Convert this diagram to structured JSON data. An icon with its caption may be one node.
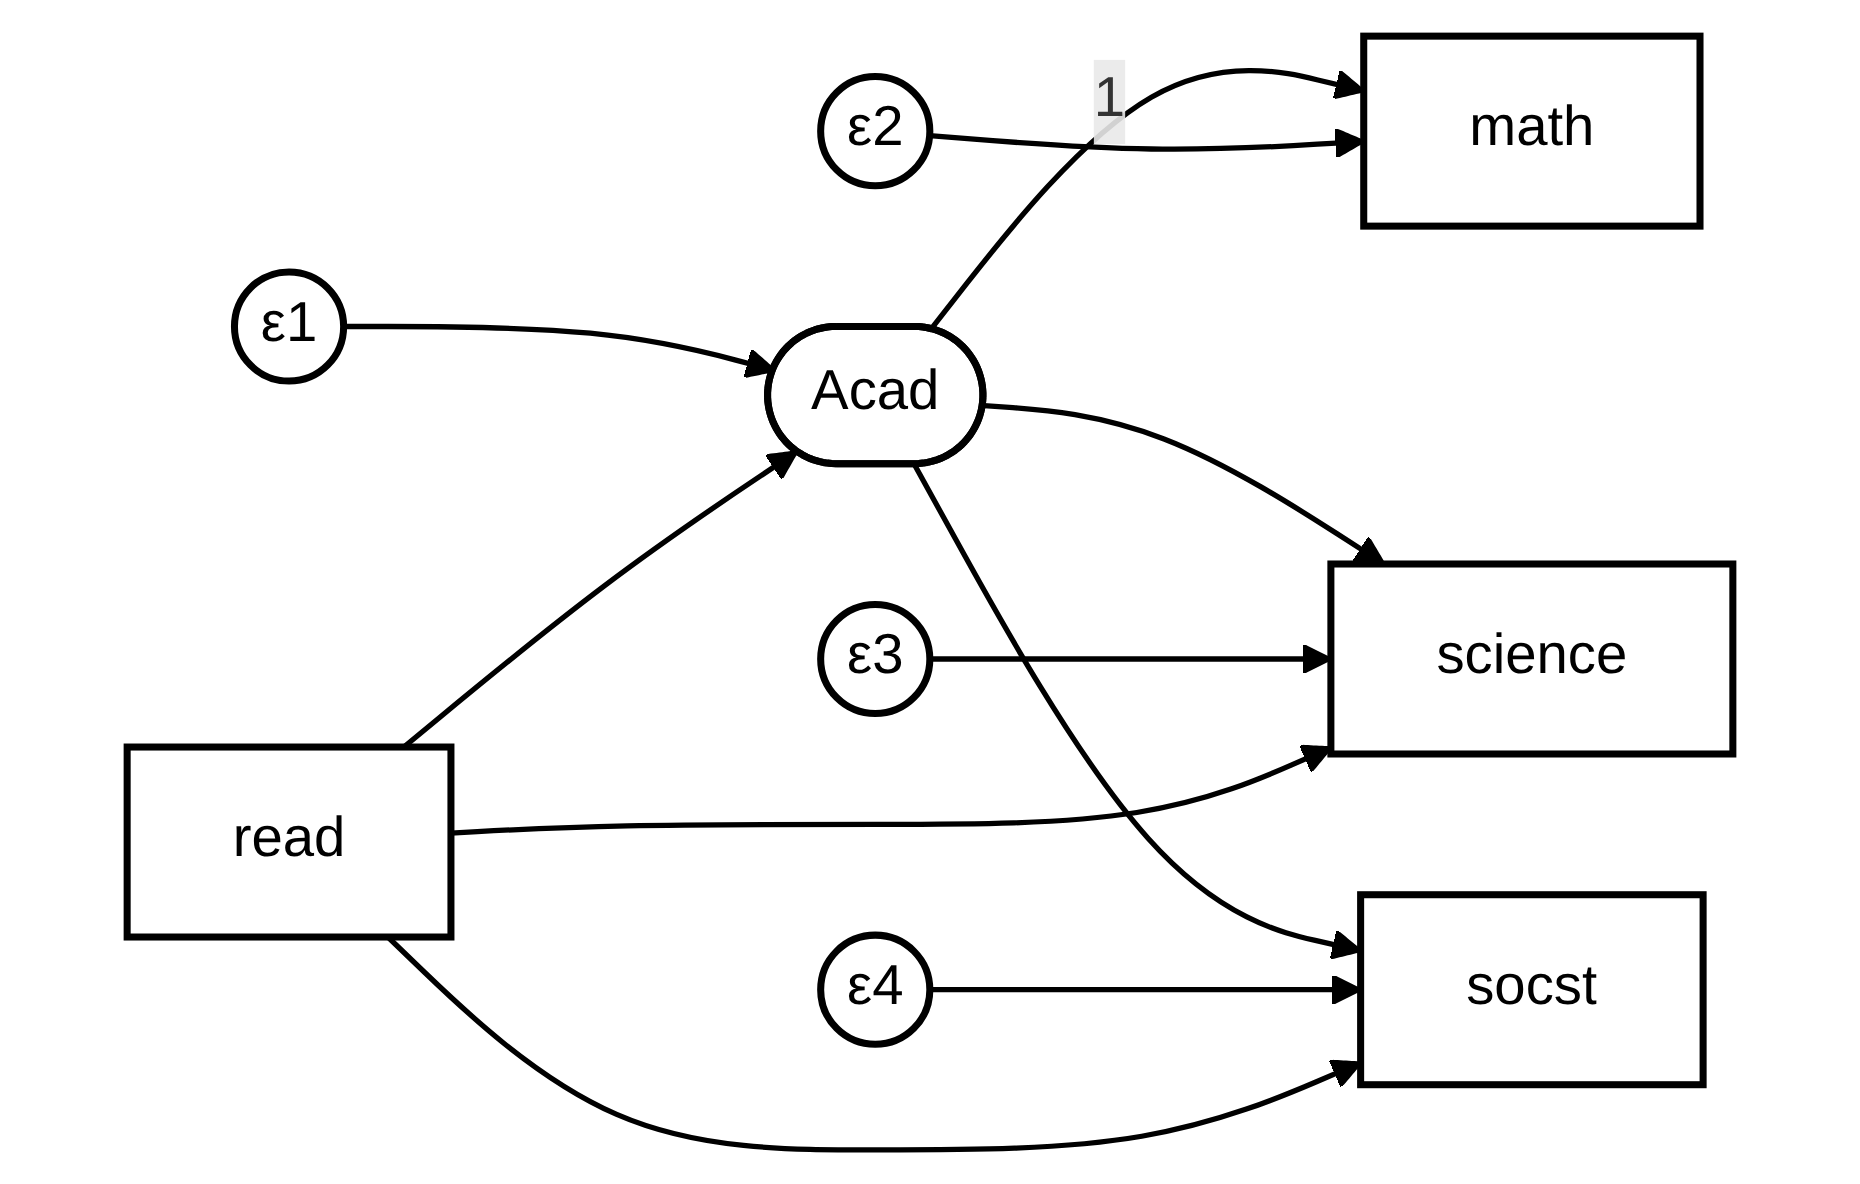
{
  "diagram": {
    "nodes": [
      {
        "text": [
          "ε1"
        ]
      },
      {
        "text": [
          "Acad"
        ]
      },
      {
        "text": [
          "math"
        ]
      },
      {
        "text": [
          "ε2"
        ]
      },
      {
        "text": [
          "science"
        ]
      },
      {
        "text": [
          "ε3"
        ]
      },
      {
        "text": [
          "socst"
        ]
      },
      {
        "text": [
          "ε4"
        ]
      },
      {
        "text": [
          "read"
        ]
      }
    ],
    "edges": [
      {
        "from": 0,
        "to": 1,
        "arrow": "to"
      },
      {
        "from": 1,
        "to": 2,
        "arrow": "to",
        "label": "1"
      },
      {
        "from": 3,
        "to": 2,
        "arrow": "to"
      },
      {
        "from": 1,
        "to": 4,
        "arrow": "to"
      },
      {
        "from": 1,
        "to": 6,
        "arrow": "to"
      },
      {
        "from": 5,
        "to": 4,
        "arrow": "to"
      },
      {
        "from": 7,
        "to": 6,
        "arrow": "to"
      },
      {
        "from": 8,
        "to": 1,
        "arrow": "to"
      },
      {
        "from": 8,
        "to": 4,
        "arrow": "to"
      },
      {
        "from": 8,
        "to": 6,
        "arrow": "to"
      }
    ]
  }
}
